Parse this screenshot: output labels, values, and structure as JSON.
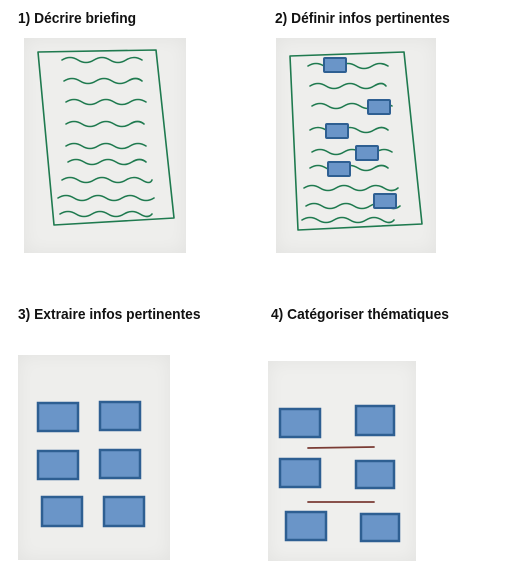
{
  "steps": [
    {
      "title": "1) Décrire briefing"
    },
    {
      "title": "2) Définir infos pertinentes"
    },
    {
      "title": "3) Extraire infos pertinentes"
    },
    {
      "title": "4) Catégoriser thématiques"
    }
  ],
  "colors": {
    "ink_green": "#1f7a4f",
    "card_fill": "#6a95c8",
    "card_border": "#2e5f92",
    "divider_red": "#7a3b34",
    "paper": "#eeeeec"
  }
}
